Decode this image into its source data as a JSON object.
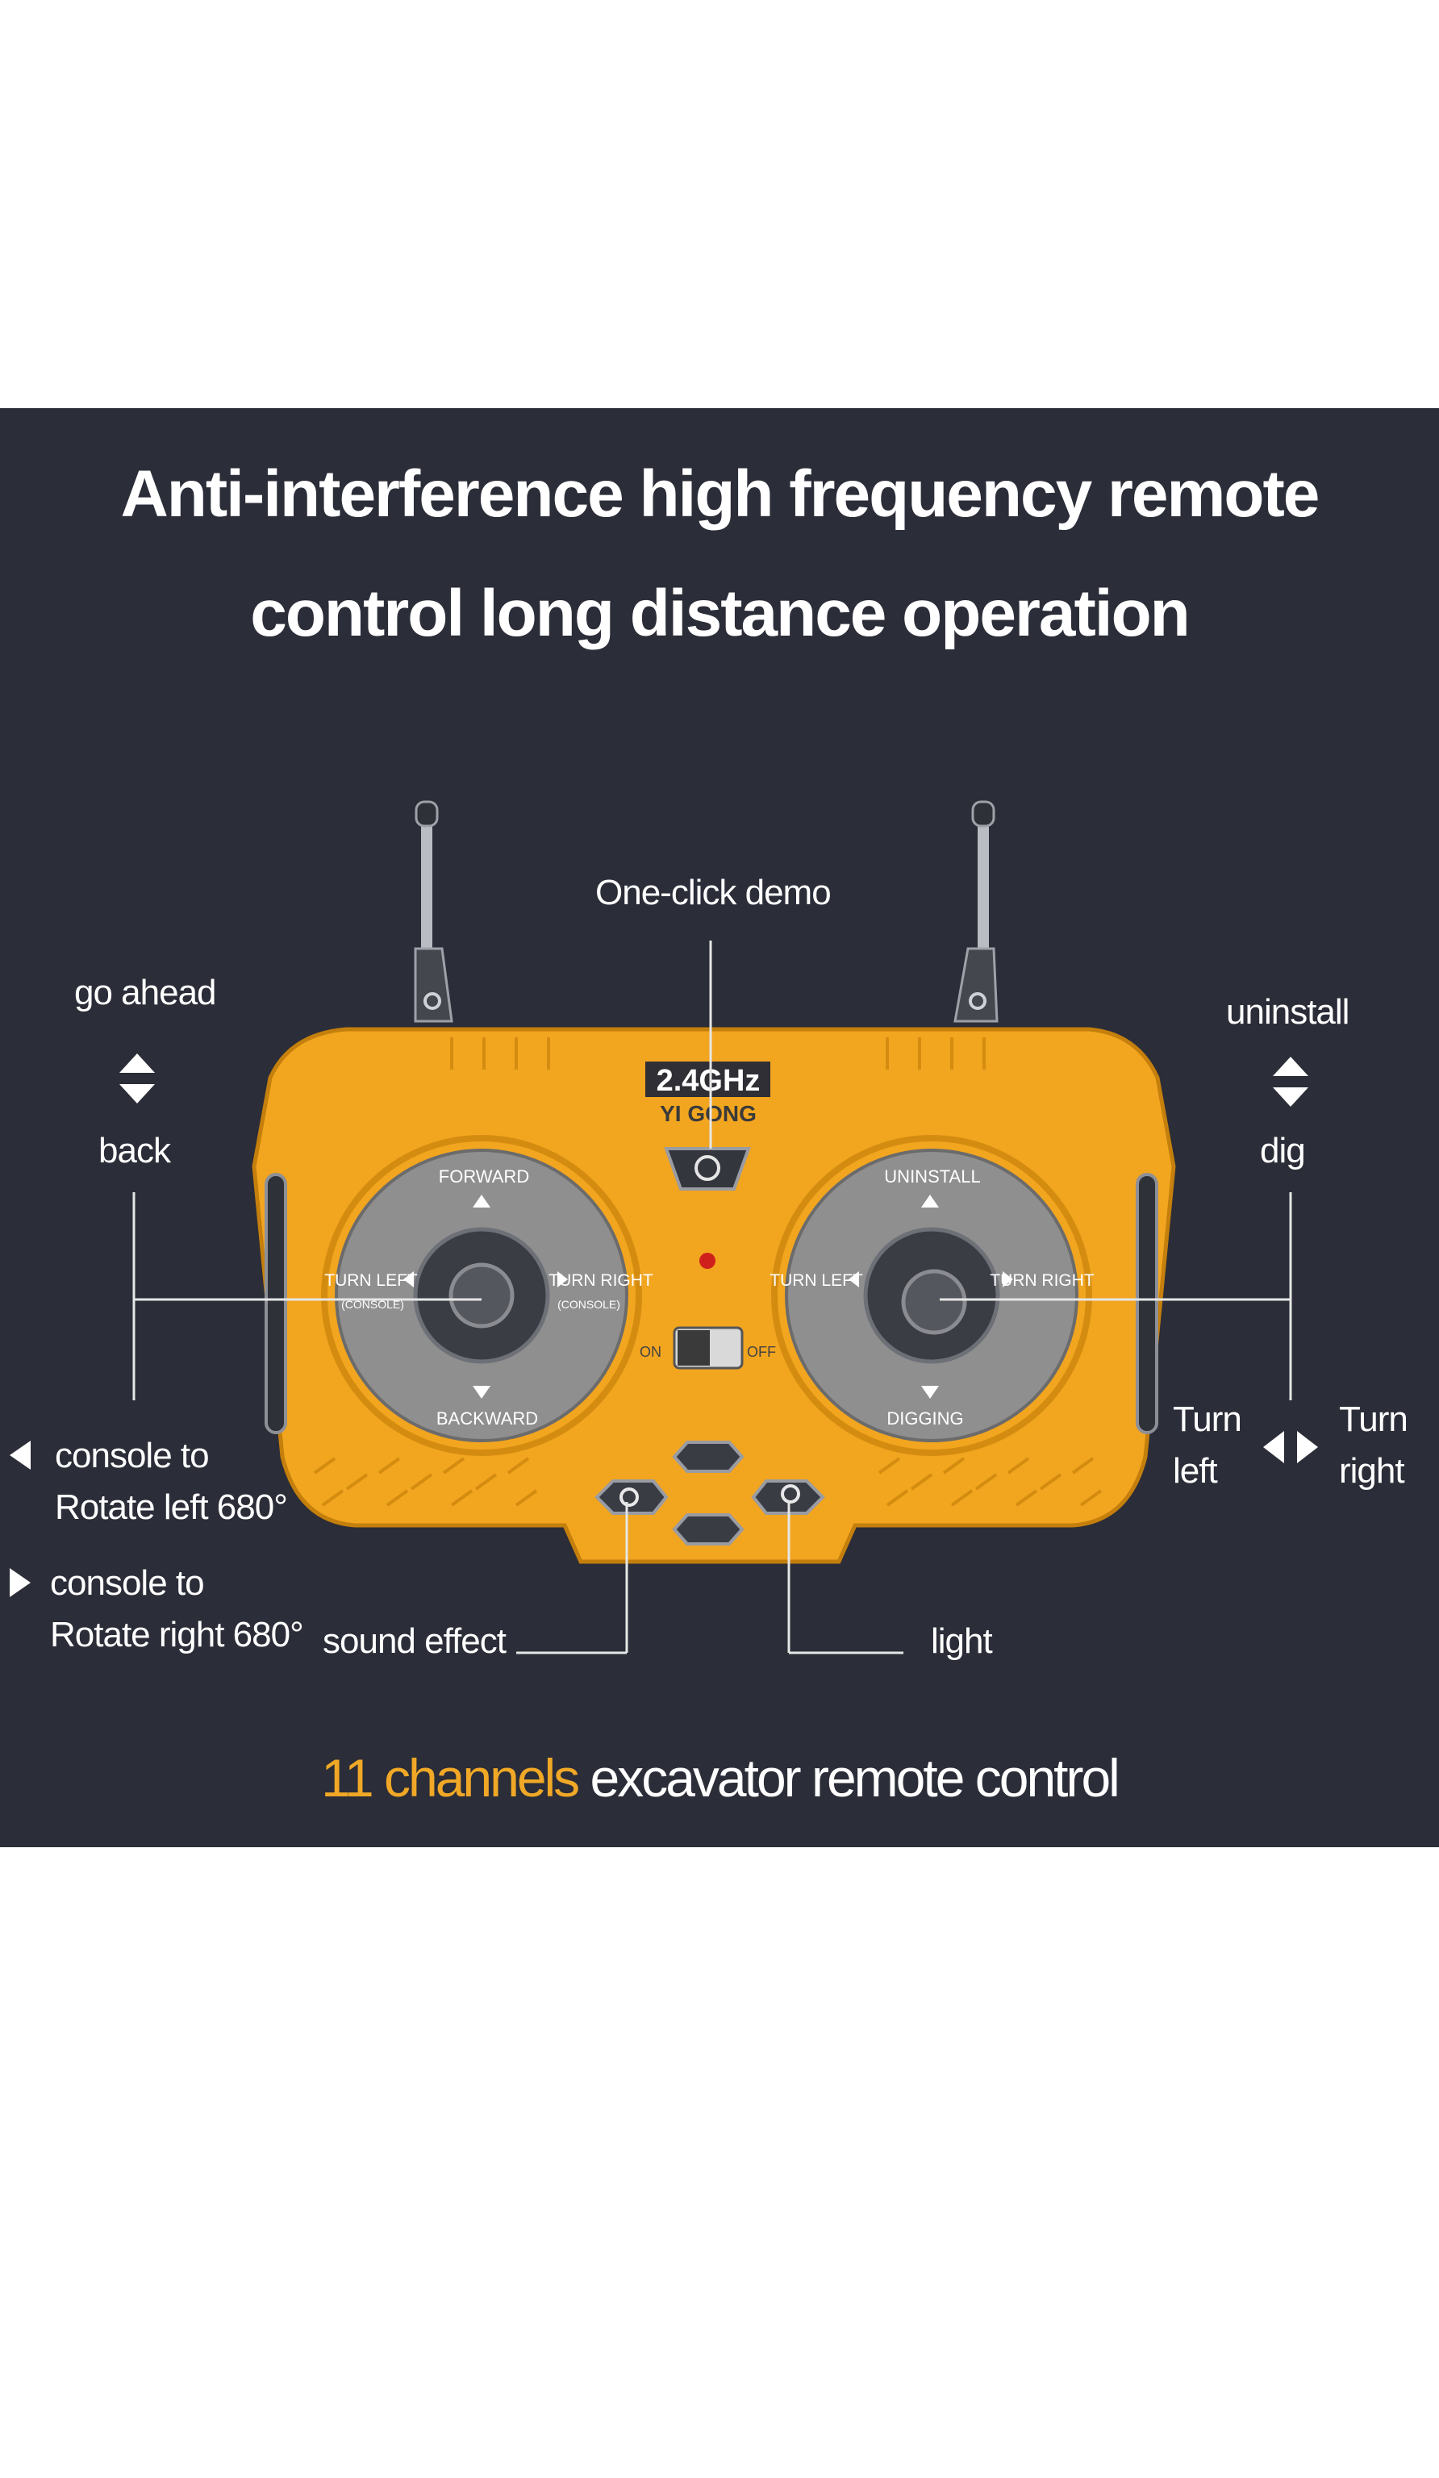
{
  "headline": {
    "line1": "Anti-interference high frequency remote",
    "line2": "control long distance operation"
  },
  "remote": {
    "band": "2.4GHz",
    "brand": "YI GONG",
    "left_stick": {
      "up": "FORWARD",
      "down": "BACKWARD",
      "left": "TURN LEFT",
      "left_sub": "(CONSOLE)",
      "right": "TURN RIGHT",
      "right_sub": "(CONSOLE)"
    },
    "right_stick": {
      "up": "UNINSTALL",
      "down": "DIGGING",
      "left": "TURN LEFT",
      "right": "TURN RIGHT"
    },
    "switch_on": "ON",
    "switch_off": "OFF"
  },
  "callouts": {
    "one_click_demo": "One-click demo",
    "go_ahead": "go ahead",
    "back": "back",
    "uninstall": "uninstall",
    "dig": "dig",
    "turn_left": "Turn\nleft",
    "turn_right": "Turn\nright",
    "console_left_1": "console to",
    "console_left_2": "Rotate left 680°",
    "console_right_1": "console to",
    "console_right_2": "Rotate right 680°",
    "sound_effect": "sound effect",
    "light": "light"
  },
  "footer": {
    "accent": "11 channels",
    "rest": " excavator remote control"
  },
  "colors": {
    "background": "#2b2d38",
    "remote_yellow": "#f2a51f",
    "stick_pad": "#8f8f8f",
    "accent_text": "#f0a826"
  }
}
